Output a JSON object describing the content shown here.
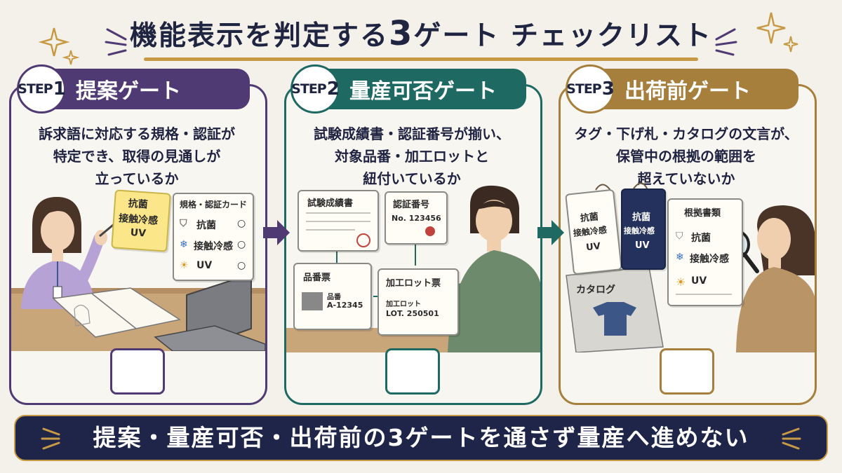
{
  "title": {
    "pre": "機能表示を判定する",
    "num": "3",
    "post": "ゲート チェックリスト"
  },
  "colors": {
    "step1": "#4f3a73",
    "step2": "#1f6963",
    "step3": "#a77f3c",
    "navy": "#1f2548",
    "gold": "#c79a45"
  },
  "steps": [
    {
      "step_word": "STEP",
      "step_num": "1",
      "name": "提案ゲート",
      "desc": [
        "訴求語に対応する規格・認証が",
        "特定でき、取得の見通しが",
        "立っているか"
      ],
      "memo": [
        "抗菌",
        "接触冷感",
        "UV"
      ],
      "card_title": "規格・認証カード",
      "card_items": [
        "抗菌",
        "接触冷感",
        "UV"
      ]
    },
    {
      "step_word": "STEP",
      "step_num": "2",
      "name": "量産可否ゲート",
      "desc": [
        "試験成績書・認証番号が揃い、",
        "対象品番・加工ロットと",
        "紐付いているか"
      ],
      "doc_test": "試験成績書",
      "doc_cert": "認証番号",
      "cert_no": "No. 123456",
      "doc_part": "品番票",
      "part_label": "品番",
      "part_no": "A-12345",
      "doc_lot": "加工ロット票",
      "lot_label": "加工ロット",
      "lot_no": "LOT. 250501"
    },
    {
      "step_word": "STEP",
      "step_num": "3",
      "name": "出荷前ゲート",
      "desc": [
        "タグ・下げ札・カタログの文言が、",
        "保管中の根拠の範囲を",
        "超えていないか"
      ],
      "tag1": [
        "抗菌",
        "接触冷感",
        "UV"
      ],
      "tag2": [
        "抗菌",
        "接触冷感",
        "UV"
      ],
      "catalog": "カタログ",
      "evidence_title": "根拠書類",
      "evidence_items": [
        "抗菌",
        "接触冷感",
        "UV"
      ]
    }
  ],
  "bottom": "提案・量産可否・出荷前の3ゲートを通さず量産へ進めない"
}
